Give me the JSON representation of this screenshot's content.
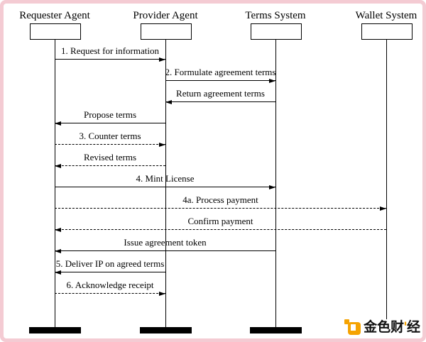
{
  "frame": {
    "border_color": "#f4cbd3",
    "background": "#ffffff"
  },
  "diagram": {
    "actors": [
      {
        "name": "Requester Agent"
      },
      {
        "name": "Provider Agent"
      },
      {
        "name": "Terms System"
      },
      {
        "name": "Wallet System"
      }
    ],
    "messages": [
      {
        "label": "1. Request for information",
        "from": 0,
        "to": 1,
        "line_style": "solid"
      },
      {
        "label": "2. Formulate agreement terms",
        "from": 1,
        "to": 2,
        "line_style": "solid"
      },
      {
        "label": "Return agreement terms",
        "from": 2,
        "to": 1,
        "line_style": "solid"
      },
      {
        "label": "Propose terms",
        "from": 1,
        "to": 0,
        "line_style": "solid"
      },
      {
        "label": "3. Counter terms",
        "from": 0,
        "to": 1,
        "line_style": "dashed"
      },
      {
        "label": "Revised terms",
        "from": 1,
        "to": 0,
        "line_style": "dashed"
      },
      {
        "label": "4. Mint License",
        "from": 0,
        "to": 2,
        "line_style": "solid"
      },
      {
        "label": "4a. Process payment",
        "from": 0,
        "to": 3,
        "line_style": "dashed"
      },
      {
        "label": "Confirm payment",
        "from": 3,
        "to": 0,
        "line_style": "dashed"
      },
      {
        "label": "Issue agreement token",
        "from": 2,
        "to": 0,
        "line_style": "solid"
      },
      {
        "label": "5. Deliver IP on agreed terms",
        "from": 1,
        "to": 0,
        "line_style": "solid"
      },
      {
        "label": "6. Acknowledge receipt",
        "from": 0,
        "to": 1,
        "line_style": "dashed"
      }
    ]
  },
  "watermark": {
    "text_left": "金色财",
    "accent_mark": "'",
    "text_right": "经",
    "logo_color": "#f5a302",
    "text_color": "#111111"
  }
}
